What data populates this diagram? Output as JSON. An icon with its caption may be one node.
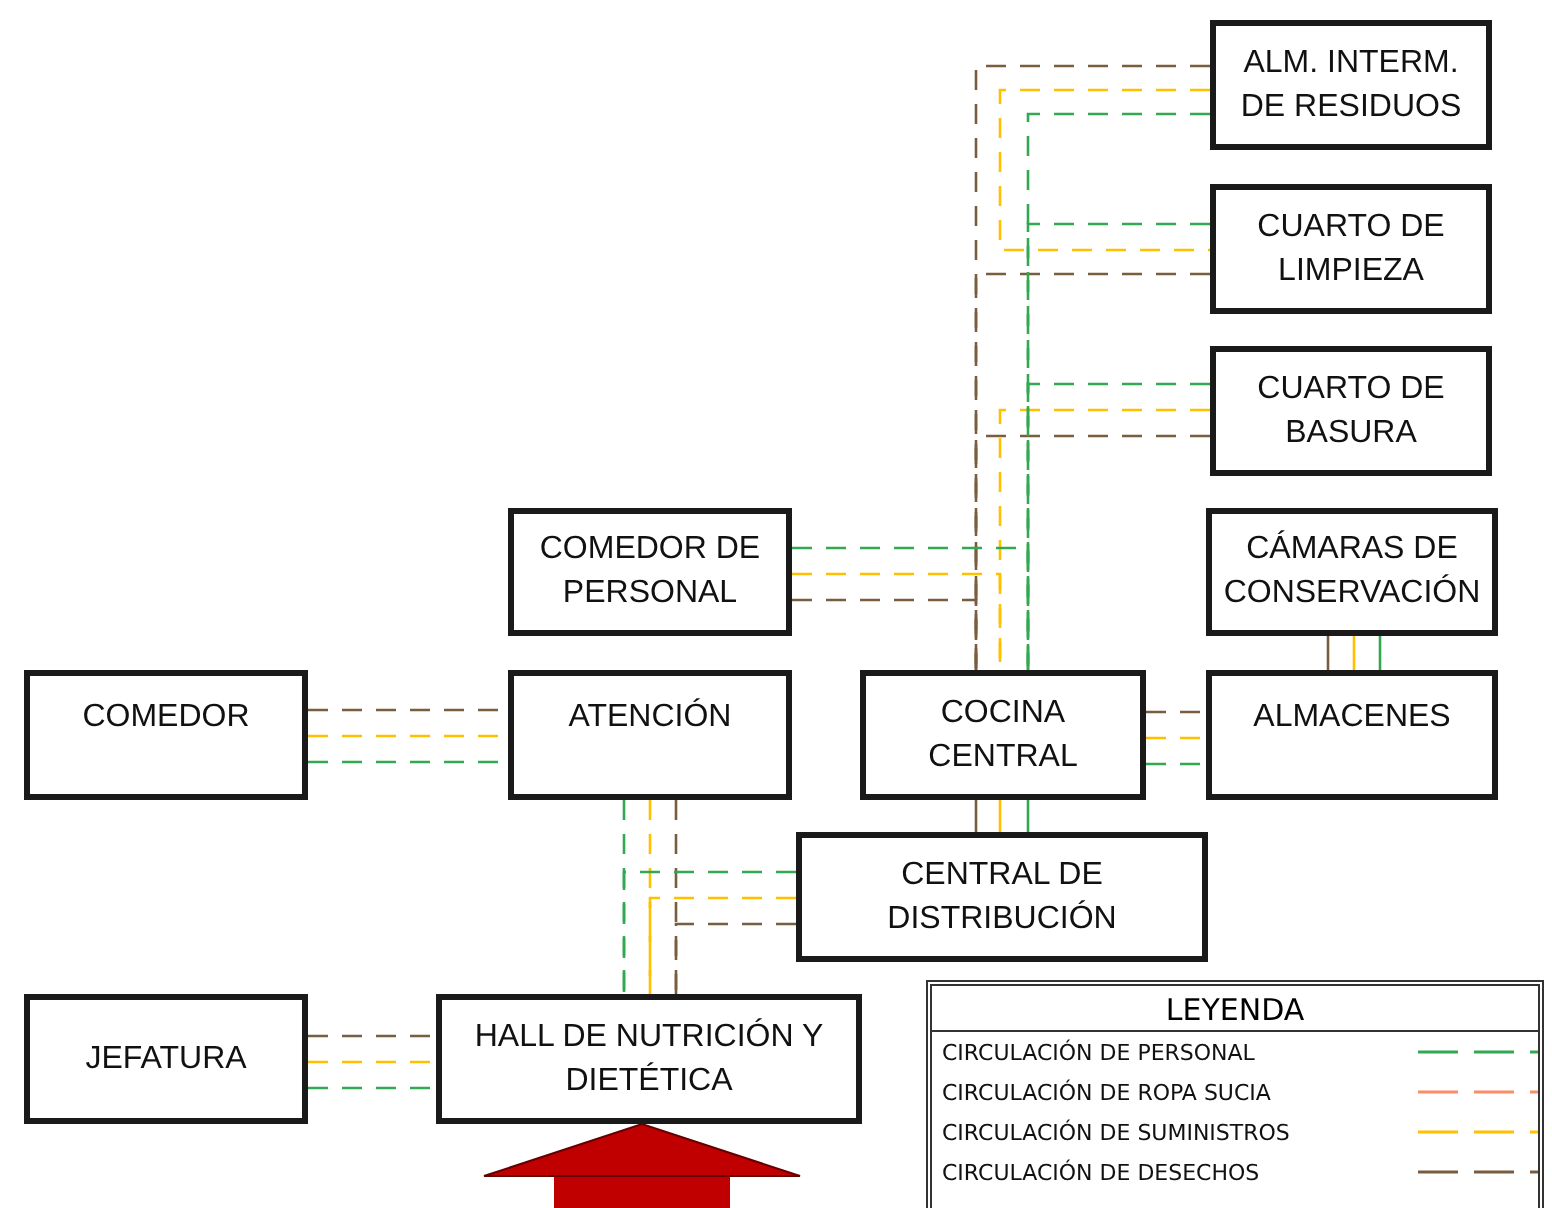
{
  "diagram": {
    "nodes": [
      {
        "text": [
          "ALM. INTERM. DE RESIDUOS"
        ]
      },
      {
        "text": [
          "CUARTO DE LIMPIEZA"
        ]
      },
      {
        "text": [
          "CUARTO DE BASURA"
        ]
      },
      {
        "text": [
          "COMEDOR DE PERSONAL"
        ]
      },
      {
        "text": [
          "CÁMARAS DE CONSERVACIÓN"
        ]
      },
      {
        "text": [
          "COMEDOR"
        ]
      },
      {
        "text": [
          "ATENCIÓN"
        ]
      },
      {
        "text": [
          "COCINA CENTRAL"
        ]
      },
      {
        "text": [
          "ALMACENES"
        ]
      },
      {
        "text": [
          "CENTRAL DE DISTRIBUCIÓN"
        ]
      },
      {
        "text": [
          "JEFATURA"
        ]
      },
      {
        "text": [
          "HALL DE NUTRICIÓN Y DIETÉTICA"
        ]
      }
    ],
    "edges": [
      {
        "from": 0,
        "to": 7,
        "arrow": "none",
        "style": "dashed",
        "color": "#7a5c3e"
      },
      {
        "from": 1,
        "to": 7,
        "arrow": "none",
        "style": "dashed",
        "color": "#7a5c3e"
      },
      {
        "from": 2,
        "to": 7,
        "arrow": "none",
        "style": "dashed",
        "color": "#7a5c3e"
      },
      {
        "from": 3,
        "to": 7,
        "arrow": "none",
        "style": "dashed",
        "color": "#7a5c3e"
      },
      {
        "from": 0,
        "to": 1,
        "arrow": "none",
        "style": "dashed",
        "color": "#ffc000"
      },
      {
        "from": 2,
        "to": 7,
        "arrow": "none",
        "style": "dashed",
        "color": "#ffc000"
      },
      {
        "from": 3,
        "to": 7,
        "arrow": "none",
        "style": "dashed",
        "color": "#ffc000"
      },
      {
        "from": 0,
        "to": 7,
        "arrow": "none",
        "style": "dashed",
        "color": "#33a852"
      },
      {
        "from": 1,
        "to": 7,
        "arrow": "none",
        "style": "dashed",
        "color": "#33a852"
      },
      {
        "from": 2,
        "to": 7,
        "arrow": "none",
        "style": "dashed",
        "color": "#33a852"
      },
      {
        "from": 3,
        "to": 7,
        "arrow": "none",
        "style": "dashed",
        "color": "#33a852"
      },
      {
        "from": 5,
        "to": 6,
        "arrow": "none",
        "style": "dashed",
        "color": "#7a5c3e"
      },
      {
        "from": 5,
        "to": 6,
        "arrow": "none",
        "style": "dashed",
        "color": "#ffc000"
      },
      {
        "from": 5,
        "to": 6,
        "arrow": "none",
        "style": "dashed",
        "color": "#33a852"
      },
      {
        "from": 7,
        "to": 8,
        "arrow": "none",
        "style": "dashed",
        "color": "#7a5c3e"
      },
      {
        "from": 7,
        "to": 8,
        "arrow": "none",
        "style": "dashed",
        "color": "#ffc000"
      },
      {
        "from": 7,
        "to": 8,
        "arrow": "none",
        "style": "dashed",
        "color": "#33a852"
      },
      {
        "from": 4,
        "to": 8,
        "arrow": "none",
        "color": "#7a5c3e"
      },
      {
        "from": 4,
        "to": 8,
        "arrow": "none",
        "color": "#ffc000"
      },
      {
        "from": 4,
        "to": 8,
        "arrow": "none",
        "color": "#33a852"
      },
      {
        "from": 7,
        "to": 9,
        "arrow": "none",
        "color": "#7a5c3e"
      },
      {
        "from": 7,
        "to": 9,
        "arrow": "none",
        "color": "#ffc000"
      },
      {
        "from": 7,
        "to": 9,
        "arrow": "none",
        "color": "#33a852"
      },
      {
        "from": 6,
        "to": 11,
        "arrow": "none",
        "style": "dashed",
        "color": "#33a852"
      },
      {
        "from": 6,
        "to": 11,
        "arrow": "none",
        "style": "dashed",
        "color": "#ffc000"
      },
      {
        "from": 6,
        "to": 11,
        "arrow": "none",
        "style": "dashed",
        "color": "#7a5c3e"
      },
      {
        "from": 9,
        "to": 11,
        "arrow": "none",
        "style": "dashed",
        "color": "#33a852"
      },
      {
        "from": 9,
        "to": 11,
        "arrow": "none",
        "style": "dashed",
        "color": "#ffc000"
      },
      {
        "from": 9,
        "to": 11,
        "arrow": "none",
        "style": "dashed",
        "color": "#7a5c3e"
      },
      {
        "from": 10,
        "to": 11,
        "arrow": "none",
        "style": "dashed",
        "color": "#7a5c3e"
      },
      {
        "from": 10,
        "to": 11,
        "arrow": "none",
        "style": "dashed",
        "color": "#ffc000"
      },
      {
        "from": 10,
        "to": 11,
        "arrow": "none",
        "style": "dashed",
        "color": "#33a852"
      },
      {
        "from": null,
        "to": 11,
        "arrow": "to",
        "style": "thick",
        "color": "#c00000"
      }
    ],
    "labels": [
      "LEYENDA"
    ],
    "legend": [
      {
        "text": "CIRCULACIÓN DE PERSONAL",
        "color": "#33a852"
      },
      {
        "text": "CIRCULACIÓN DE ROPA SUCIA",
        "color": "#ff8c69"
      },
      {
        "text": "CIRCULACIÓN DE SUMINISTROS",
        "color": "#ffc000"
      },
      {
        "text": "CIRCULACIÓN DE DESECHOS",
        "color": "#7a5c3e"
      }
    ]
  }
}
